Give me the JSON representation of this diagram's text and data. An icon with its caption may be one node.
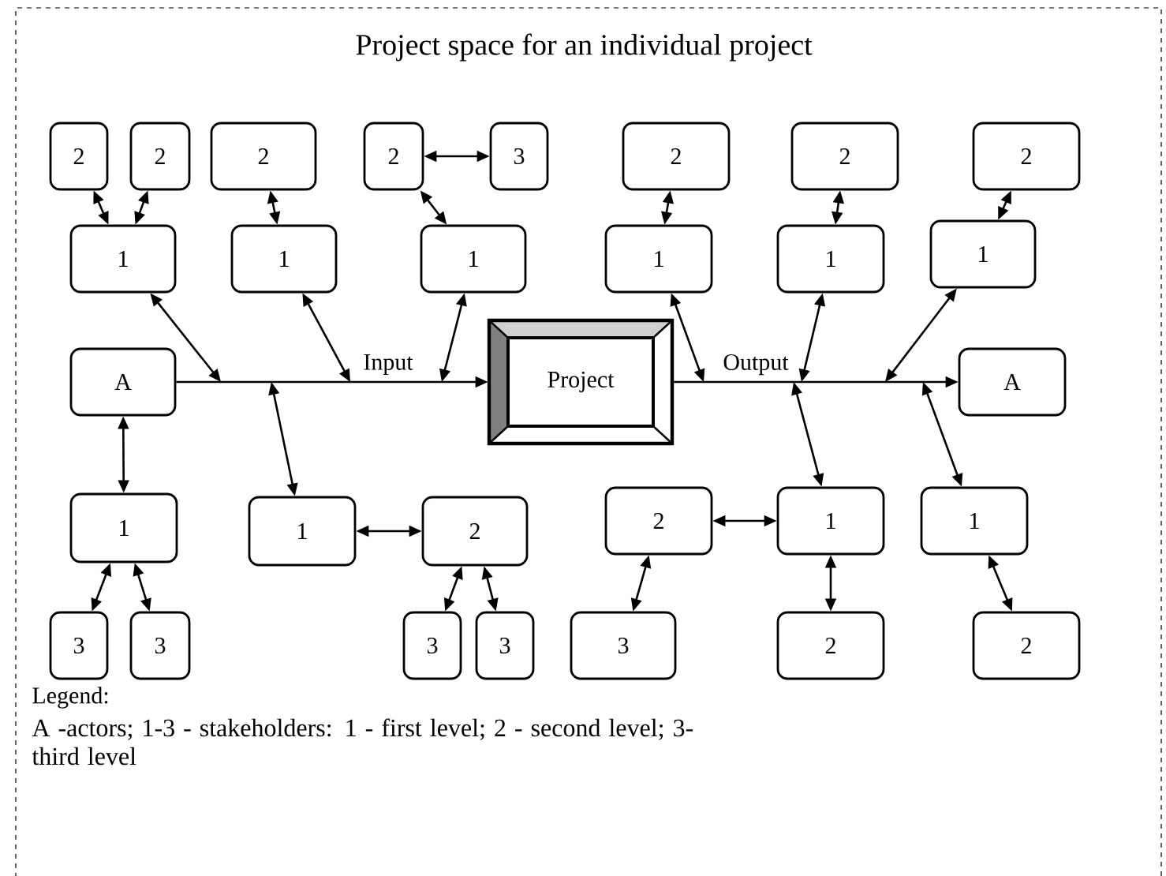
{
  "diagram": {
    "title": "Project space for an individual project",
    "nodes": [
      {
        "text": [
          "2"
        ]
      },
      {
        "text": [
          "2"
        ]
      },
      {
        "text": [
          "2"
        ]
      },
      {
        "text": [
          "2"
        ]
      },
      {
        "text": [
          "3"
        ]
      },
      {
        "text": [
          "2"
        ]
      },
      {
        "text": [
          "2"
        ]
      },
      {
        "text": [
          "2"
        ]
      },
      {
        "text": [
          "1"
        ]
      },
      {
        "text": [
          "1"
        ]
      },
      {
        "text": [
          "1"
        ]
      },
      {
        "text": [
          "1"
        ]
      },
      {
        "text": [
          "1"
        ]
      },
      {
        "text": [
          "1"
        ]
      },
      {
        "text": [
          "A"
        ]
      },
      {
        "text": [
          "Project"
        ]
      },
      {
        "text": [
          "A"
        ]
      },
      {
        "text": [
          "1"
        ]
      },
      {
        "text": [
          "1"
        ]
      },
      {
        "text": [
          "2"
        ]
      },
      {
        "text": [
          "2"
        ]
      },
      {
        "text": [
          "1"
        ]
      },
      {
        "text": [
          "1"
        ]
      },
      {
        "text": [
          "3"
        ]
      },
      {
        "text": [
          "3"
        ]
      },
      {
        "text": [
          "3"
        ]
      },
      {
        "text": [
          "3"
        ]
      },
      {
        "text": [
          "3"
        ]
      },
      {
        "text": [
          "2"
        ]
      },
      {
        "text": [
          "2"
        ]
      }
    ],
    "edges": [
      {
        "from": 14,
        "to": 15,
        "arrow": "to",
        "label": "Input"
      },
      {
        "from": 15,
        "to": 16,
        "arrow": "to",
        "label": "Output"
      },
      {
        "from": 8,
        "to": 0,
        "arrow": "both"
      },
      {
        "from": 8,
        "to": 1,
        "arrow": "both"
      },
      {
        "from": 9,
        "to": 2,
        "arrow": "both"
      },
      {
        "from": 10,
        "to": 3,
        "arrow": "both"
      },
      {
        "from": 3,
        "to": 4,
        "arrow": "both"
      },
      {
        "from": 11,
        "to": 5,
        "arrow": "both"
      },
      {
        "from": 12,
        "to": 6,
        "arrow": "both"
      },
      {
        "from": 13,
        "to": 7,
        "arrow": "both"
      },
      {
        "from": null,
        "to": 8,
        "arrow": "both"
      },
      {
        "from": null,
        "to": 9,
        "arrow": "both"
      },
      {
        "from": null,
        "to": 10,
        "arrow": "both"
      },
      {
        "from": null,
        "to": 11,
        "arrow": "both"
      },
      {
        "from": null,
        "to": 12,
        "arrow": "both"
      },
      {
        "from": null,
        "to": 13,
        "arrow": "both"
      },
      {
        "from": null,
        "to": 18,
        "arrow": "both"
      },
      {
        "from": null,
        "to": 21,
        "arrow": "both"
      },
      {
        "from": null,
        "to": 22,
        "arrow": "both"
      },
      {
        "from": 14,
        "to": 17,
        "arrow": "both"
      },
      {
        "from": 17,
        "to": 23,
        "arrow": "both"
      },
      {
        "from": 17,
        "to": 24,
        "arrow": "both"
      },
      {
        "from": 18,
        "to": 19,
        "arrow": "both"
      },
      {
        "from": 19,
        "to": 25,
        "arrow": "both"
      },
      {
        "from": 19,
        "to": 26,
        "arrow": "both"
      },
      {
        "from": 20,
        "to": 21,
        "arrow": "both"
      },
      {
        "from": 20,
        "to": 27,
        "arrow": "both"
      },
      {
        "from": 21,
        "to": 28,
        "arrow": "both"
      },
      {
        "from": 22,
        "to": 29,
        "arrow": "both"
      }
    ],
    "labels": [
      "Legend:",
      "A -actors; 1-3 - stakeholders: 1 - first level; 2 - second level; 3- third level"
    ]
  }
}
